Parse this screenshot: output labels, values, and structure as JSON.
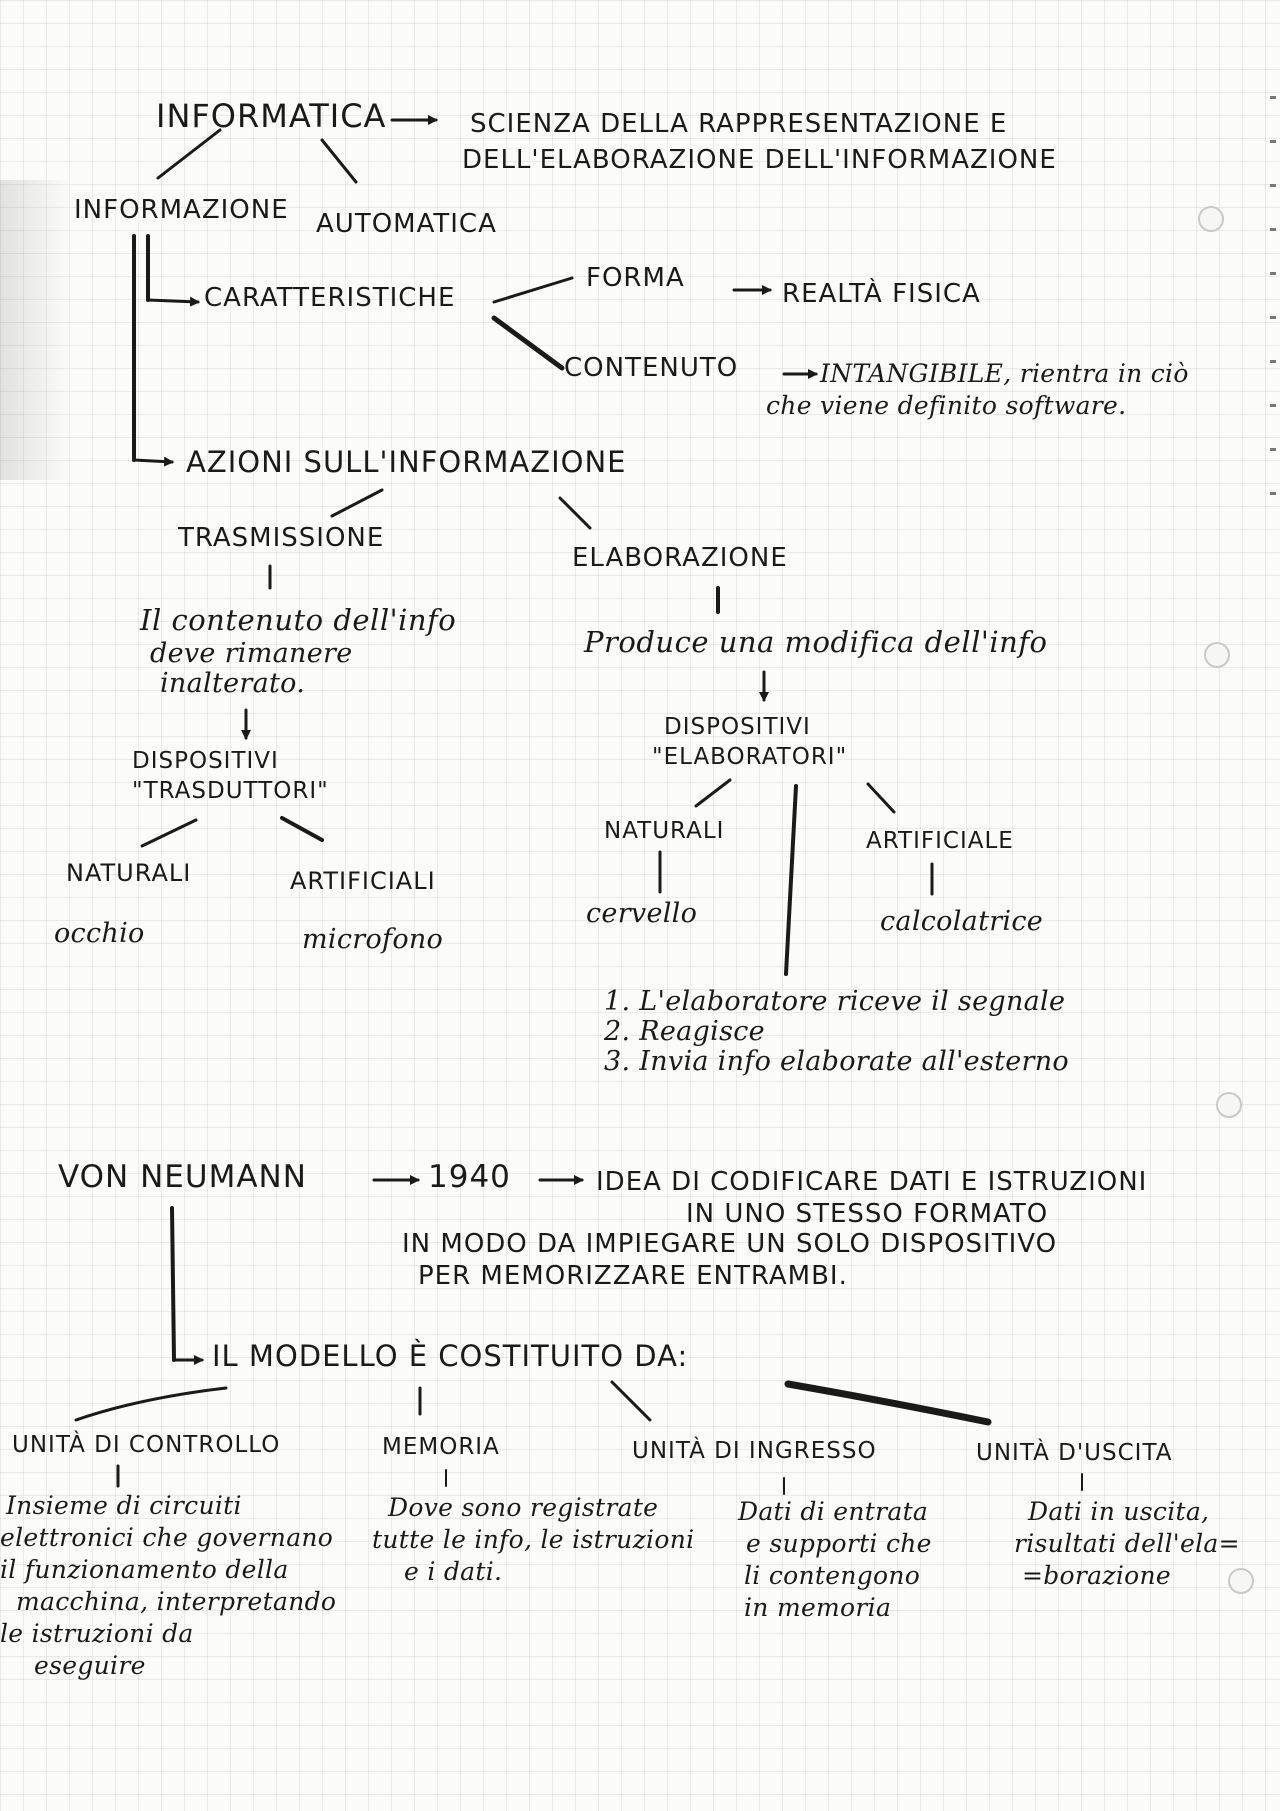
{
  "diagram": {
    "informatica": "INFORMATICA",
    "definition_1": "SCIENZA DELLA RAPPRESENTAZIONE E",
    "definition_2": "DELL'ELABORAZIONE DELL'INFORMAZIONE",
    "informazione": "INFORMAZIONE",
    "automatica": "AUTOMATICA",
    "caratteristiche": "CARATTERISTICHE",
    "forma": "FORMA",
    "realta_fisica": "REALTÀ FISICA",
    "contenuto": "CONTENUTO",
    "intangibile_1": "INTANGIBILE, rientra in ciò",
    "intangibile_2": "che viene definito software.",
    "azioni": "AZIONI SULL'INFORMAZIONE",
    "trasmissione": "TRASMISSIONE",
    "trasm_desc_1": "Il contenuto dell'info",
    "trasm_desc_2": "deve rimanere",
    "trasm_desc_3": "inalterato.",
    "disp_trasd_1": "DISPOSITIVI",
    "disp_trasd_2": "\"TRASDUTTORI\"",
    "naturali_t": "NATURALI",
    "artificiali_t": "ARTIFICIALI",
    "occhio": "occhio",
    "microfono": "microfono",
    "elaborazione": "ELABORAZIONE",
    "elab_desc": "Produce una modifica dell'info",
    "disp_elab_1": "DISPOSITIVI",
    "disp_elab_2": "\"ELABORATORI\"",
    "naturali_e": "NATURALI",
    "artificiale_e": "ARTIFICIALE",
    "cervello": "cervello",
    "calcolatrice": "calcolatrice",
    "step_1": "1. L'elaboratore riceve il segnale",
    "step_2": "2. Reagisce",
    "step_3": "3. Invia info elaborate all'esterno",
    "von_neumann": "VON NEUMANN",
    "year": "1940",
    "idea_1": "IDEA DI CODIFICARE DATI E ISTRUZIONI",
    "idea_2": "IN UNO STESSO FORMATO",
    "idea_3": "IN MODO DA IMPIEGARE UN SOLO DISPOSITIVO",
    "idea_4": "PER MEMORIZZARE ENTRAMBI.",
    "modello": "IL MODELLO È COSTITUITO DA:",
    "unita_controllo": "UNITÀ DI CONTROLLO",
    "uc_1": "Insieme di circuiti",
    "uc_2": "elettronici che governano",
    "uc_3": "il funzionamento della",
    "uc_4": "macchina, interpretando",
    "uc_5": "le istruzioni da",
    "uc_6": "eseguire",
    "memoria": "MEMORIA",
    "mem_1": "Dove sono registrate",
    "mem_2": "tutte le info, le istruzioni",
    "mem_3": "e i dati.",
    "unita_ingresso": "UNITÀ DI INGRESSO",
    "ui_1": "Dati di entrata",
    "ui_2": "e supporti che",
    "ui_3": "li contengono",
    "ui_4": "in memoria",
    "unita_uscita": "UNITÀ D'USCITA",
    "uu_1": "Dati in uscita,",
    "uu_2": "risultati dell'ela=",
    "uu_3": "=borazione"
  },
  "colors": {
    "ink": "#1a1a1a",
    "grid": "#d6d6d6",
    "paper": "#fbfbf9"
  }
}
